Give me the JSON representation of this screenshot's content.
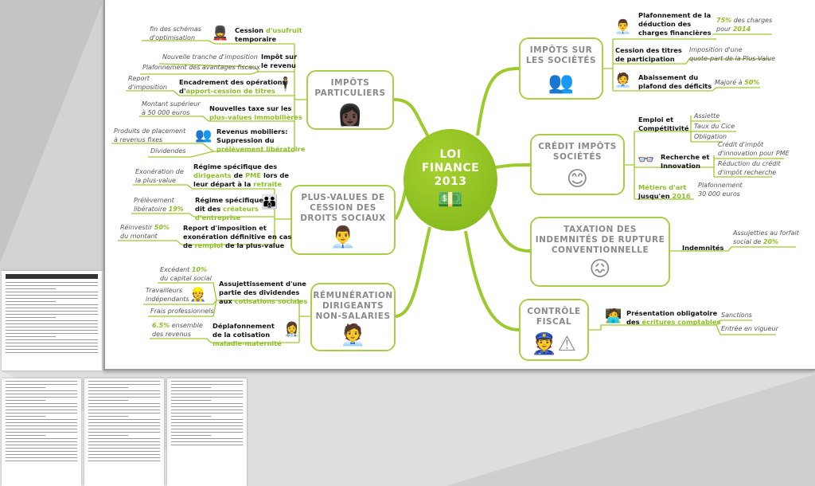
{
  "colors": {
    "accent": "#8cbf26",
    "branch": "#a8cf45",
    "center": "#8dc21f"
  },
  "center": {
    "line1": "LOI",
    "line2": "FINANCE",
    "line3": "2013",
    "icon": "money-icon"
  },
  "boxes": {
    "impots_particuliers": {
      "l1": "IMPÔTS",
      "l2": "PARTICULIERS",
      "icon": "woman-user-icon"
    },
    "plus_values": {
      "l1": "PLUS-VALUES DE",
      "l2": "CESSION DES",
      "l3": "DROITS SOCIAUX",
      "icon": "user-add-icon"
    },
    "remuneration": {
      "l1": "RÉMUNÉRATION",
      "l2": "DIRIGEANTS",
      "l3": "NON-SALARIES",
      "icon": "user-money-icon"
    },
    "impots_societes": {
      "l1": "IMPÔTS SUR",
      "l2": "LES SOCIÉTÉS",
      "icon": "business-users-icon"
    },
    "credit": {
      "l1": "CRÉDIT IMPÔTS",
      "l2": "SOCIÉTÉS",
      "icon": "smiley-happy-icon"
    },
    "taxation": {
      "l1": "TAXATION DES",
      "l2": "INDEMNITÉS DE RUPTURE",
      "l3": "CONVENTIONNELLE",
      "icon": "smiley-sad-icon"
    },
    "controle": {
      "l1": "CONTRÔLE",
      "l2": "FISCAL",
      "icon": "police-warning-icon"
    }
  },
  "leaves": {
    "usufruit": [
      {
        "t": "Cession "
      },
      {
        "t": "d'usufruit",
        "h": 1
      },
      {
        "t": "\ntemporaire"
      }
    ],
    "impot_revenu": [
      {
        "t": "Impôt sur\nle revenu"
      }
    ],
    "encadrement": [
      {
        "t": "Encadrement des opérations\nd'"
      },
      {
        "t": "apport-cession de titres",
        "h": 1
      }
    ],
    "taxe_pv": [
      {
        "t": "Nouvelles taxe sur les\n"
      },
      {
        "t": "plus-values immobilières",
        "h": 1
      }
    ],
    "revenus_mob": [
      {
        "t": "Revenus mobiliers:\nSuppression du\n"
      },
      {
        "t": "prélèvement libératoire",
        "h": 1
      }
    ],
    "regime_dirigeants": [
      {
        "t": "Régime spécifique des\n"
      },
      {
        "t": "dirigeants",
        "h": 1
      },
      {
        "t": " de "
      },
      {
        "t": "PME",
        "h": 1
      },
      {
        "t": " lors de\nleur départ à la "
      },
      {
        "t": "retraite",
        "h": 1
      }
    ],
    "regime_createurs": [
      {
        "t": "Régime spécifique\ndit des "
      },
      {
        "t": "créateurs\nd'entreprise",
        "h": 1
      }
    ],
    "report_remploi": [
      {
        "t": "Report d'imposition et\nexonération définitive en cas\nde "
      },
      {
        "t": "remploi",
        "h": 1
      },
      {
        "t": " de la plus-value"
      }
    ],
    "assujettissement": [
      {
        "t": "Assujettissement d'une\npartie des dividendes\naux "
      },
      {
        "t": "cotisations sociales",
        "h": 1
      }
    ],
    "deplafonnement": [
      {
        "t": "Déplafonnement\nde la cotisation\n"
      },
      {
        "t": "maladie-maternité",
        "h": 1
      }
    ],
    "plafonnement_deduction": [
      {
        "t": "Plafonnement de la\ndéduction des\ncharges financières"
      }
    ],
    "cession_titres": [
      {
        "t": "Cession des titres\nde participation"
      }
    ],
    "abaissement": [
      {
        "t": "Abaissement du\nplafond des déficits"
      }
    ],
    "emploi": [
      {
        "t": "Emploi et\nCompétitivité"
      }
    ],
    "recherche": [
      {
        "t": "Recherche et\nInnovation"
      }
    ],
    "metiers": [
      {
        "t": "Métiers d'art",
        "h": 1
      },
      {
        "t": "\njusqu'en "
      },
      {
        "t": "2016",
        "h": 1
      }
    ],
    "indemnites": [
      {
        "t": "Indemnités"
      }
    ],
    "presentation": [
      {
        "t": "Présentation obligatoire\ndes "
      },
      {
        "t": "écritures comptables",
        "h": 1
      }
    ]
  },
  "notes": {
    "fin_schemas": [
      {
        "t": "fin des schémas\nd'optimisation"
      }
    ],
    "tranche": [
      {
        "t": "Nouvelle tranche d'imposition"
      }
    ],
    "plafonnement_av": [
      {
        "t": "Plafonnement des avantages fiscaux"
      }
    ],
    "report": [
      {
        "t": "Report\nd'imposition"
      }
    ],
    "montant": [
      {
        "t": "Montant supérieur\nà 50 000 euros"
      }
    ],
    "produits": [
      {
        "t": "Produits de placement\nà revenus fixes"
      }
    ],
    "dividendes": [
      {
        "t": "Dividendes"
      }
    ],
    "exoneration": [
      {
        "t": "Exonération de\nla plus-value"
      }
    ],
    "prelevement": [
      {
        "t": "Prélèvement\nlibératoire "
      },
      {
        "t": "19%",
        "h": 1
      }
    ],
    "reinvestir": [
      {
        "t": "Réinvestir "
      },
      {
        "t": "50%",
        "h": 1
      },
      {
        "t": "\ndu montant"
      }
    ],
    "excedant": [
      {
        "t": "Excédant "
      },
      {
        "t": "10%",
        "h": 1
      },
      {
        "t": "\ndu capital social"
      }
    ],
    "travailleurs": [
      {
        "t": "Travailleurs\nindépendants"
      }
    ],
    "frais": [
      {
        "t": "Frais professionnels"
      }
    ],
    "ensemble": [
      {
        "t": "6.5%",
        "h": 1
      },
      {
        "t": " ensemble\ndes revenus"
      }
    ],
    "charges75": [
      {
        "t": "75%",
        "h": 1
      },
      {
        "t": " des charges\npour "
      },
      {
        "t": "2014",
        "h": 1
      }
    ],
    "quote_part": [
      {
        "t": "Imposition d'une\nquote-part de la Plus-Value"
      }
    ],
    "majore": [
      {
        "t": "Majoré à "
      },
      {
        "t": "50%",
        "h": 1
      }
    ],
    "assiette": [
      {
        "t": "Assiette"
      }
    ],
    "taux_cice": [
      {
        "t": "Taux du Cice"
      }
    ],
    "obligation": [
      {
        "t": "Obligation"
      }
    ],
    "cii": [
      {
        "t": "Crédit d'impôt\nd'innovation pour PME"
      }
    ],
    "reduction_cir": [
      {
        "t": "Réduction du crédit\nd'impôt recherche"
      }
    ],
    "plafonnement30": [
      {
        "t": "Plafonnement\n30 000 euros"
      }
    ],
    "forfait": [
      {
        "t": "Assujetties au forfait\nsocial de "
      },
      {
        "t": "20%",
        "h": 1
      }
    ],
    "sanctions": [
      {
        "t": "Sanctions"
      }
    ],
    "entree": [
      {
        "t": "Entrée en vigueur"
      }
    ]
  }
}
